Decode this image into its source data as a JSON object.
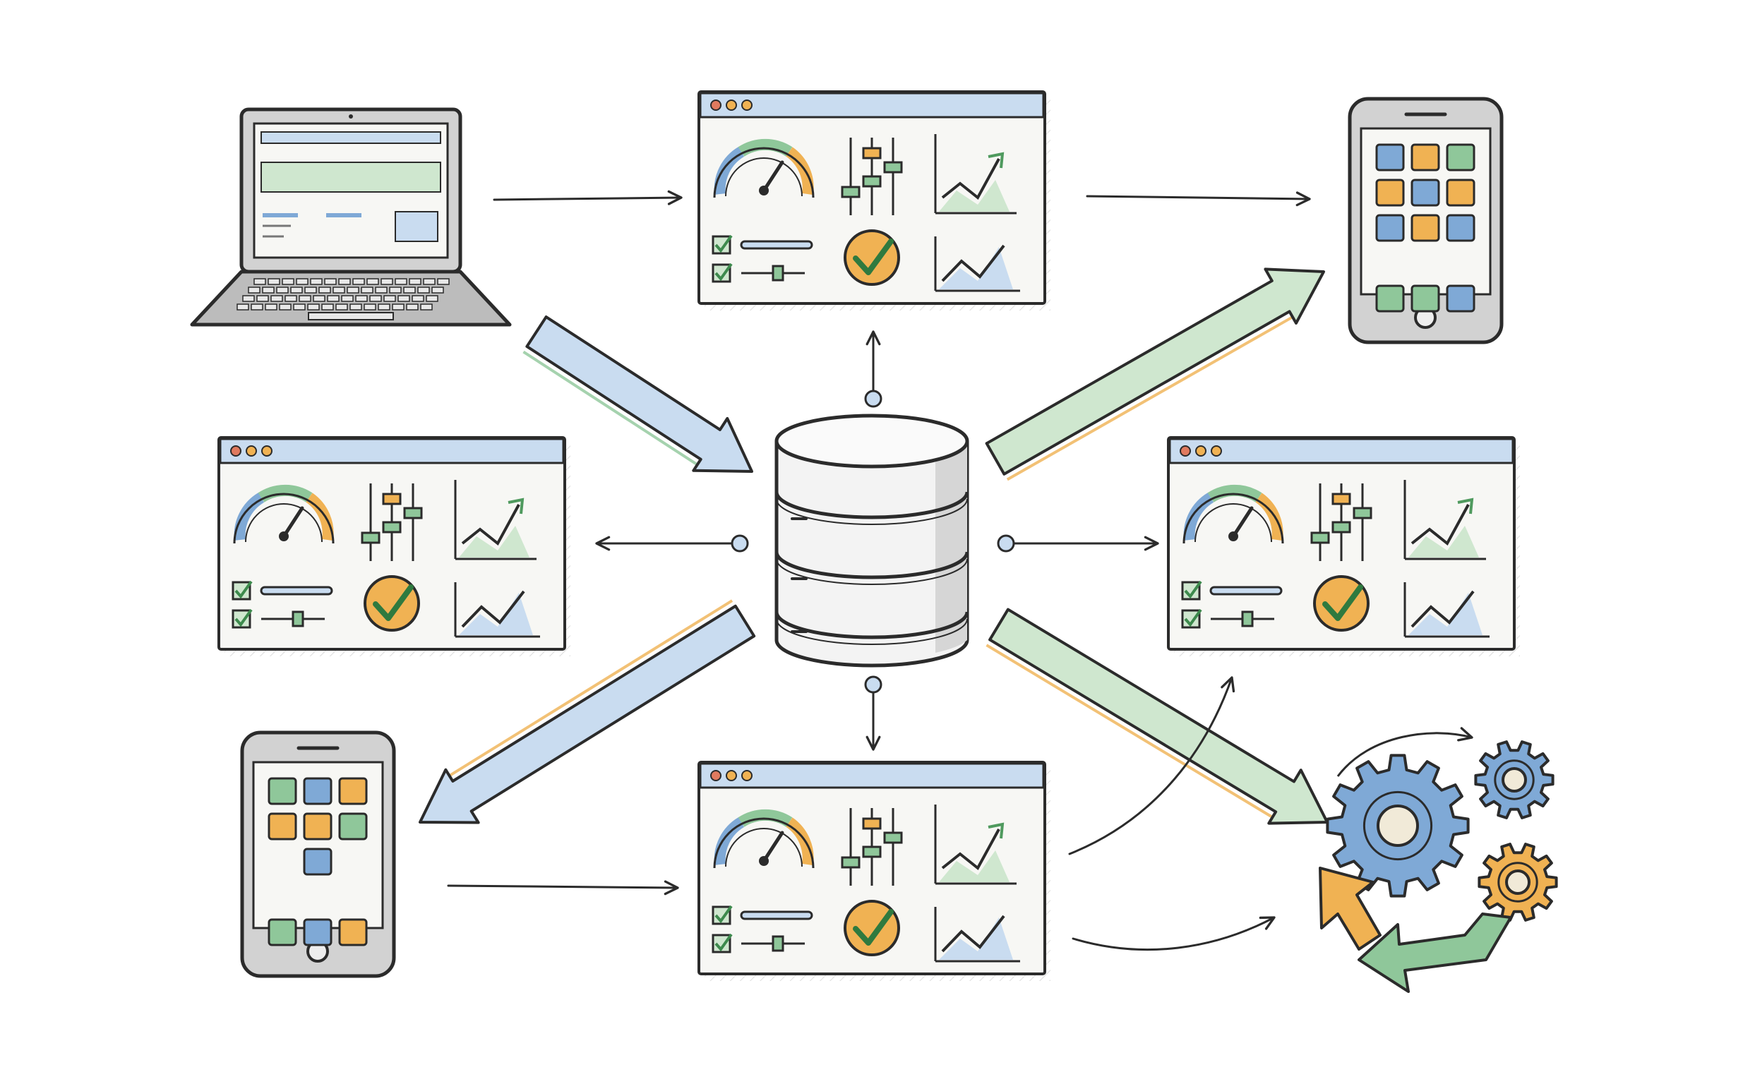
{
  "diagram": {
    "description_visible_text": "",
    "colors": {
      "ink": "#2b2b2b",
      "blue": "#7fa9d6",
      "blue_light": "#c9dcf0",
      "green": "#8fc79a",
      "green_light": "#cfe7cf",
      "orange": "#f0b253",
      "red_dot": "#e07a5f",
      "device_gray": "#c9c9c9",
      "screen_bg": "#f7f7f4",
      "hatch": "#bdbdbd"
    },
    "nodes": [
      {
        "id": "laptop",
        "kind": "laptop",
        "icon": "laptop-icon"
      },
      {
        "id": "dashboard-top",
        "kind": "dashboard",
        "icon": "dashboard-window-icon"
      },
      {
        "id": "phone-top-right",
        "kind": "phone",
        "icon": "smartphone-icon"
      },
      {
        "id": "dashboard-left",
        "kind": "dashboard",
        "icon": "dashboard-window-icon"
      },
      {
        "id": "database",
        "kind": "database",
        "icon": "database-icon"
      },
      {
        "id": "dashboard-right",
        "kind": "dashboard",
        "icon": "dashboard-window-icon"
      },
      {
        "id": "phone-bottom-left",
        "kind": "phone",
        "icon": "smartphone-icon"
      },
      {
        "id": "dashboard-bottom",
        "kind": "dashboard",
        "icon": "dashboard-window-icon"
      },
      {
        "id": "gears",
        "kind": "gears",
        "icon": "gears-cycle-icon"
      }
    ],
    "edges": [
      {
        "from": "laptop",
        "to": "dashboard-top",
        "style": "thin"
      },
      {
        "from": "dashboard-top",
        "to": "phone-top-right",
        "style": "thin"
      },
      {
        "from": "laptop",
        "to": "database",
        "style": "thick-blue"
      },
      {
        "from": "database",
        "to": "phone-top-right",
        "style": "thick-green"
      },
      {
        "from": "database",
        "to": "dashboard-top",
        "style": "connector"
      },
      {
        "from": "database",
        "to": "dashboard-left",
        "style": "connector"
      },
      {
        "from": "database",
        "to": "dashboard-right",
        "style": "connector"
      },
      {
        "from": "database",
        "to": "dashboard-bottom",
        "style": "connector"
      },
      {
        "from": "database",
        "to": "phone-bottom-left",
        "style": "thick-blue"
      },
      {
        "from": "database",
        "to": "gears",
        "style": "thick-green"
      },
      {
        "from": "phone-bottom-left",
        "to": "dashboard-bottom",
        "style": "thin"
      },
      {
        "from": "dashboard-bottom",
        "to": "dashboard-right",
        "style": "curved"
      },
      {
        "from": "dashboard-bottom",
        "to": "gears",
        "style": "curved"
      }
    ]
  }
}
